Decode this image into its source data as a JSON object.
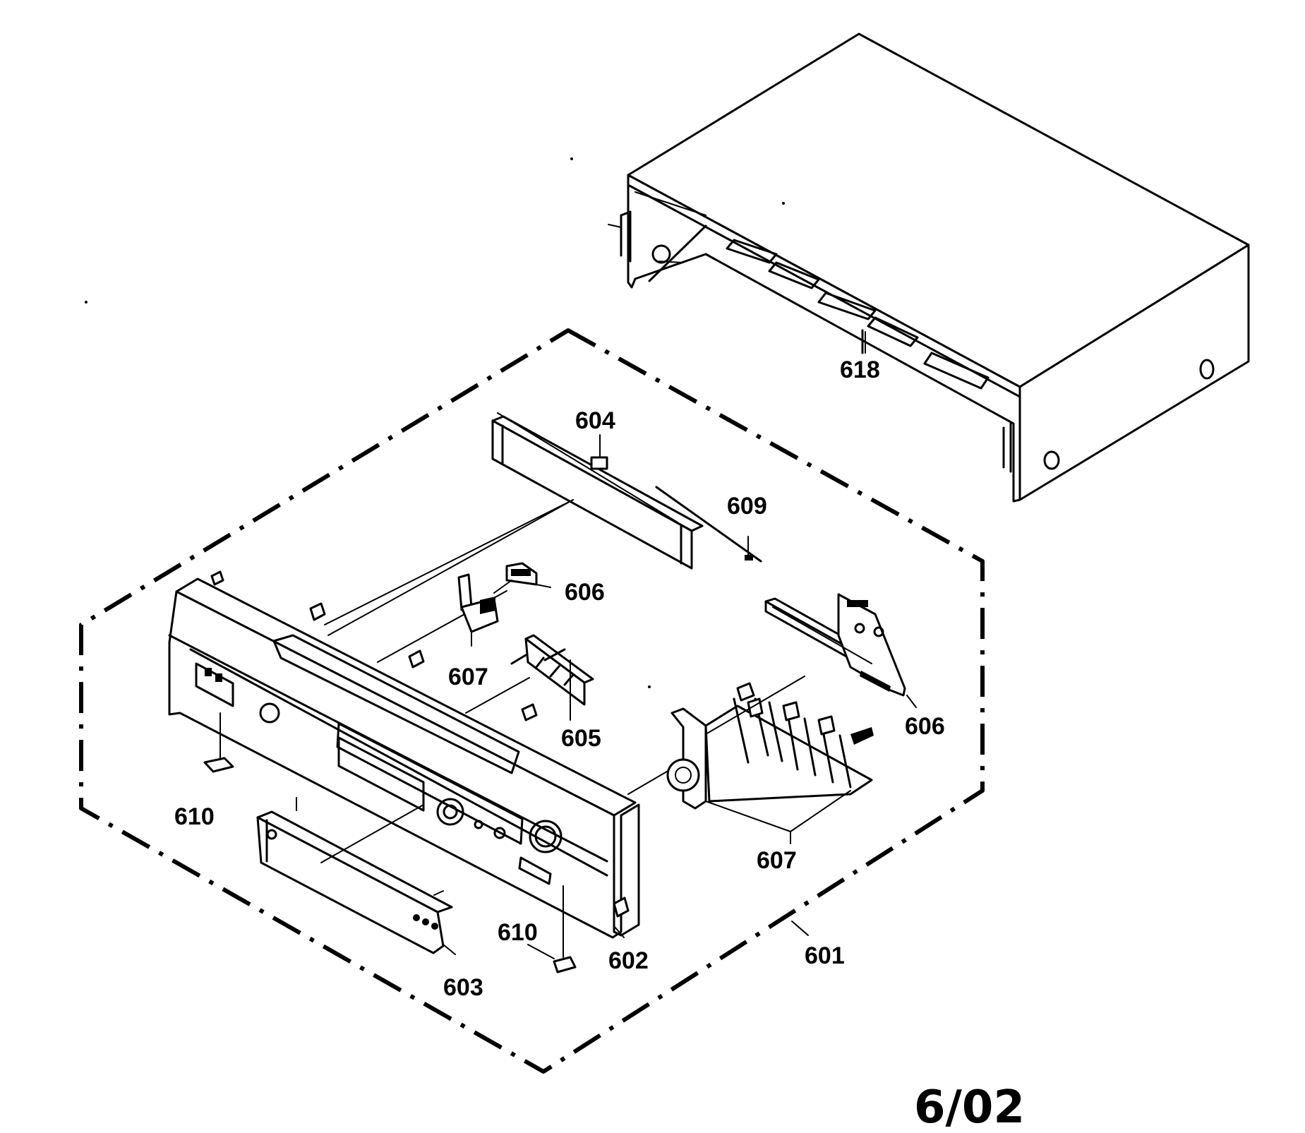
{
  "labels": {
    "p601": "601",
    "p602": "602",
    "p603": "603",
    "p604": "604",
    "p605": "605",
    "p606a": "606",
    "p606b": "606",
    "p607a": "607",
    "p607b": "607",
    "p609": "609",
    "p610a": "610",
    "p610b": "610",
    "p618": "618"
  },
  "date": "6/02"
}
